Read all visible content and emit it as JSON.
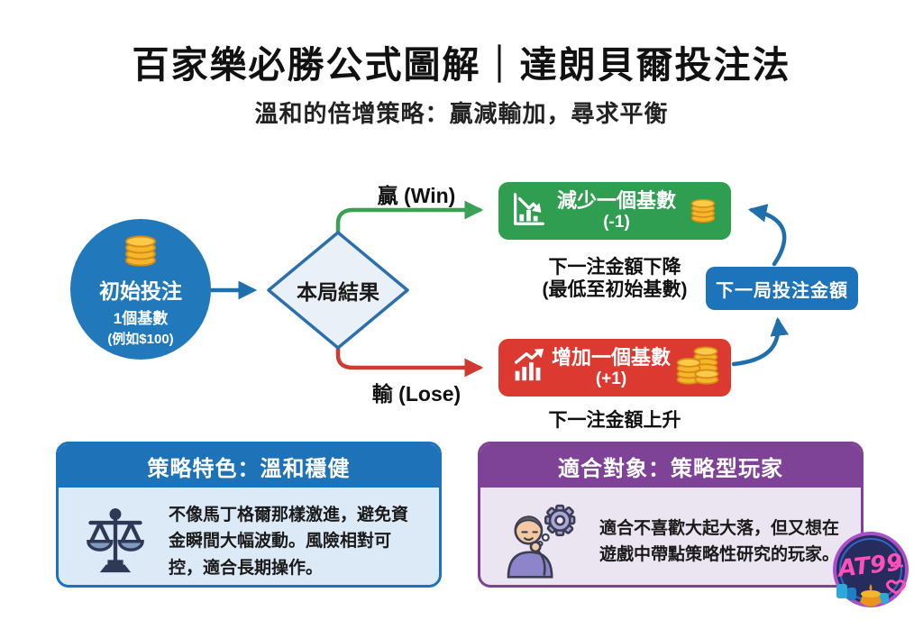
{
  "title": "百家樂必勝公式圖解｜達朗貝爾投注法",
  "subtitle": "溫和的倍增策略：贏減輸加，尋求平衡",
  "colors": {
    "brand_blue": "#2179bc",
    "steel_arrow": "#1e6fac",
    "win_green": "#2f9e50",
    "lose_red": "#dc3a30",
    "next_blue": "#1e74ba",
    "card_blue": "#1e72b8",
    "card_purple": "#7e4296",
    "coin_gold": "#f5b62d"
  },
  "flow": {
    "start": {
      "line1": "初始投注",
      "line2": "1個基數",
      "line3": "(例如$100)"
    },
    "decision": "本局結果",
    "win_edge": "贏 (Win)",
    "lose_edge": "輸 (Lose)",
    "win_box": {
      "title": "減少一個基數",
      "delta": "(-1)"
    },
    "win_note1": "下一注金額下降",
    "win_note2": "(最低至初始基數)",
    "lose_box": {
      "title": "增加一個基數",
      "delta": "(+1)"
    },
    "lose_note": "下一注金額上升",
    "next_box": "下一局投注金額"
  },
  "cards": {
    "strategy": {
      "header": "策略特色：溫和穩健",
      "body": "不像馬丁格爾那樣激進，避免資金瞬間大幅波動。風險相對可控，適合長期操作。"
    },
    "audience": {
      "header": "適合對象：策略型玩家",
      "body": "適合不喜歡大起大落，但又想在遊戲中帶點策略性研究的玩家。"
    }
  },
  "logo": {
    "text": "AT99"
  }
}
